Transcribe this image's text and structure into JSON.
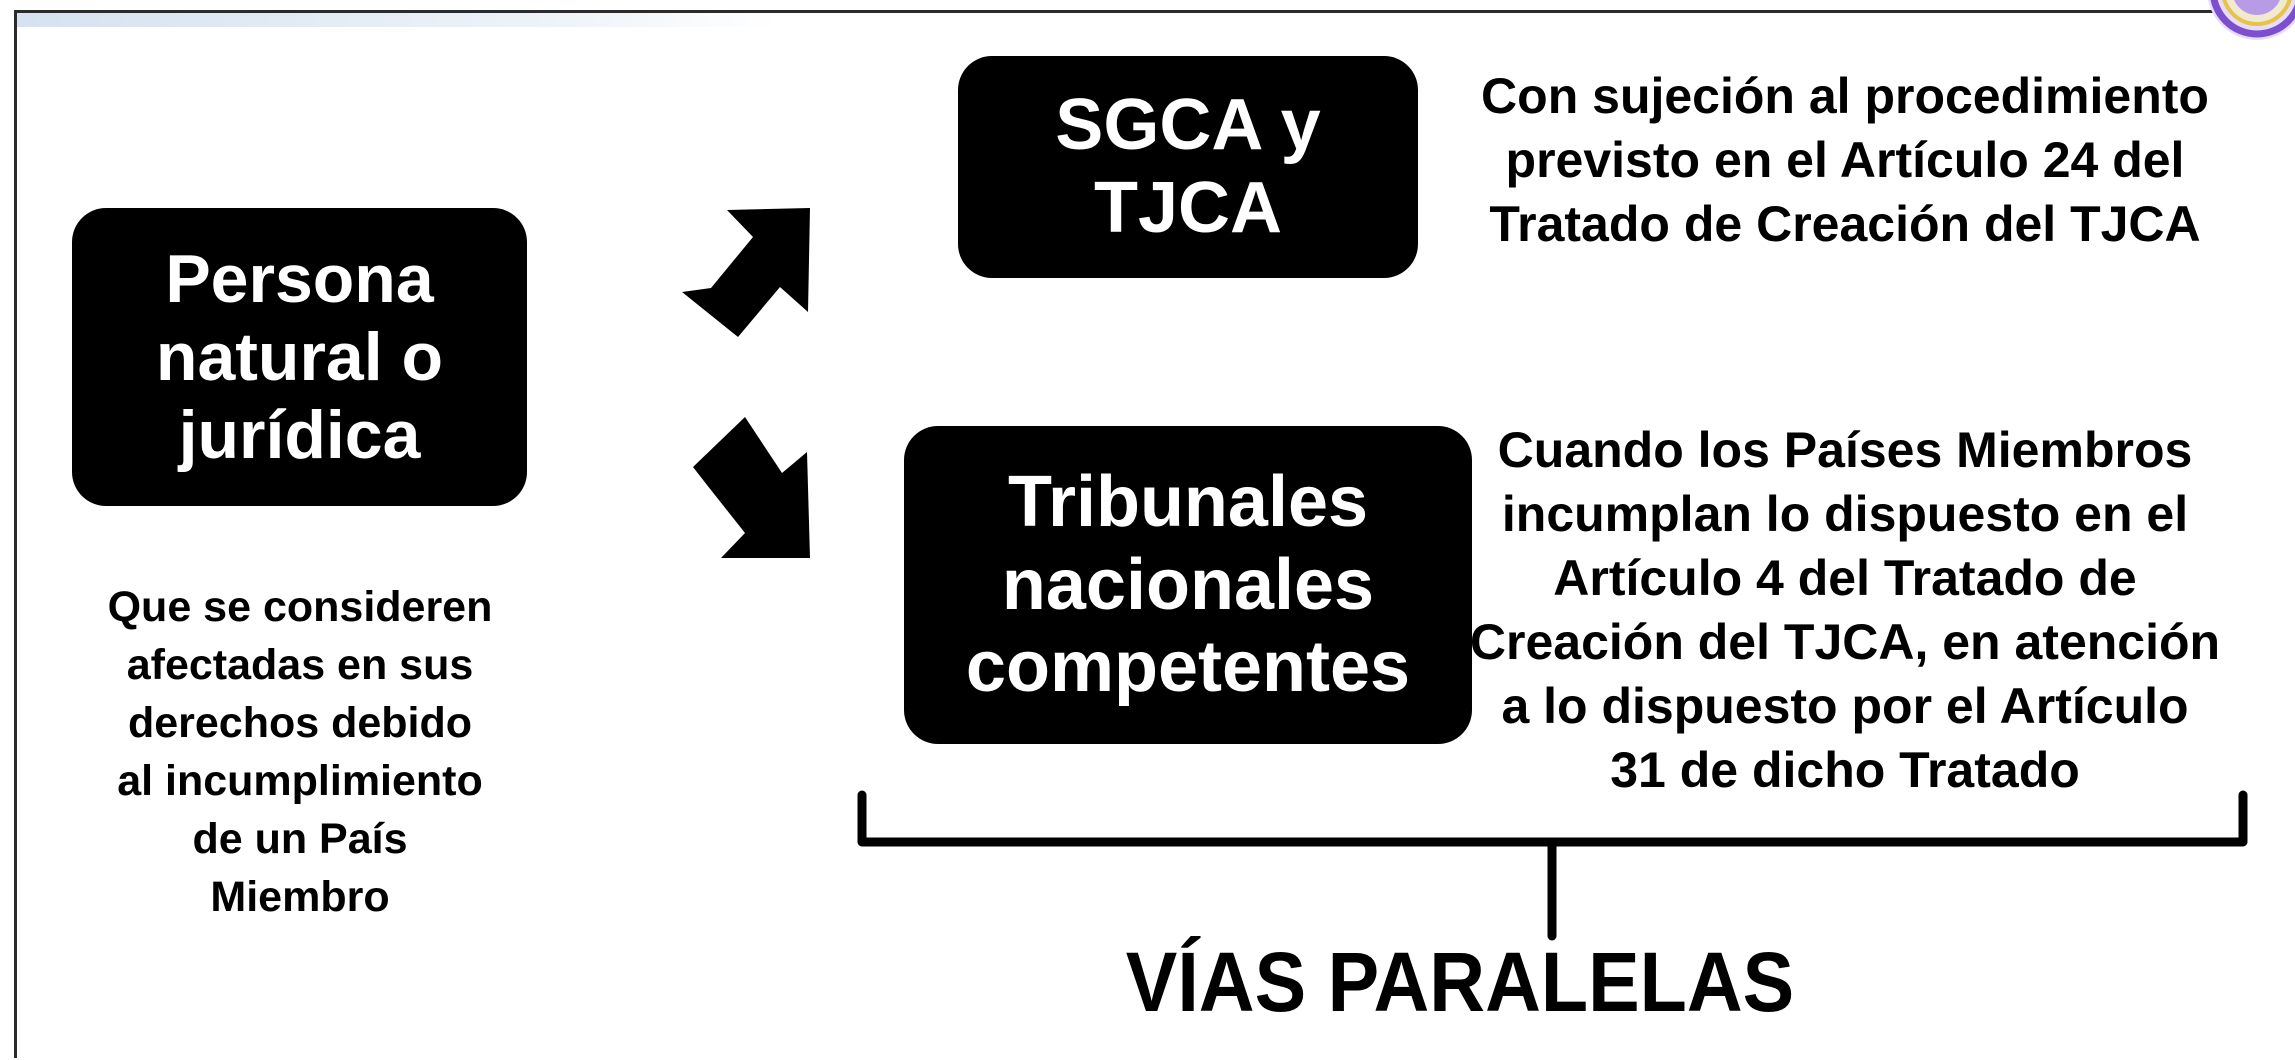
{
  "persona_box": "Persona\nnatural o\njurídica",
  "persona_note": "Que se consideren\nafectadas en sus\nderechos debido\nal incumplimiento\nde un País\nMiembro",
  "sgca_box": "SGCA y\nTJCA",
  "sgca_note": "Con sujeción al procedimiento\nprevisto en el Artículo 24 del\nTratado de Creación del TJCA",
  "tribunales_box": "Tribunales\nnacionales\ncompetentes",
  "tribunales_note": "Cuando los Países Miembros\nincumplan lo dispuesto en el\nArtículo 4 del Tratado de\nCreación del TJCA, en atención\na lo dispuesto por el Artículo\n31 de dicho Tratado",
  "title": "VÍAS PARALELAS",
  "colors": {
    "box_fill": "#000000",
    "box_text": "#ffffff",
    "text": "#000000",
    "seal_primary": "#7b4fd0",
    "seal_accent": "#e6c34a"
  },
  "icons": [
    "arrow-up-right-icon",
    "arrow-down-right-icon",
    "bracket-icon",
    "seal-icon"
  ]
}
